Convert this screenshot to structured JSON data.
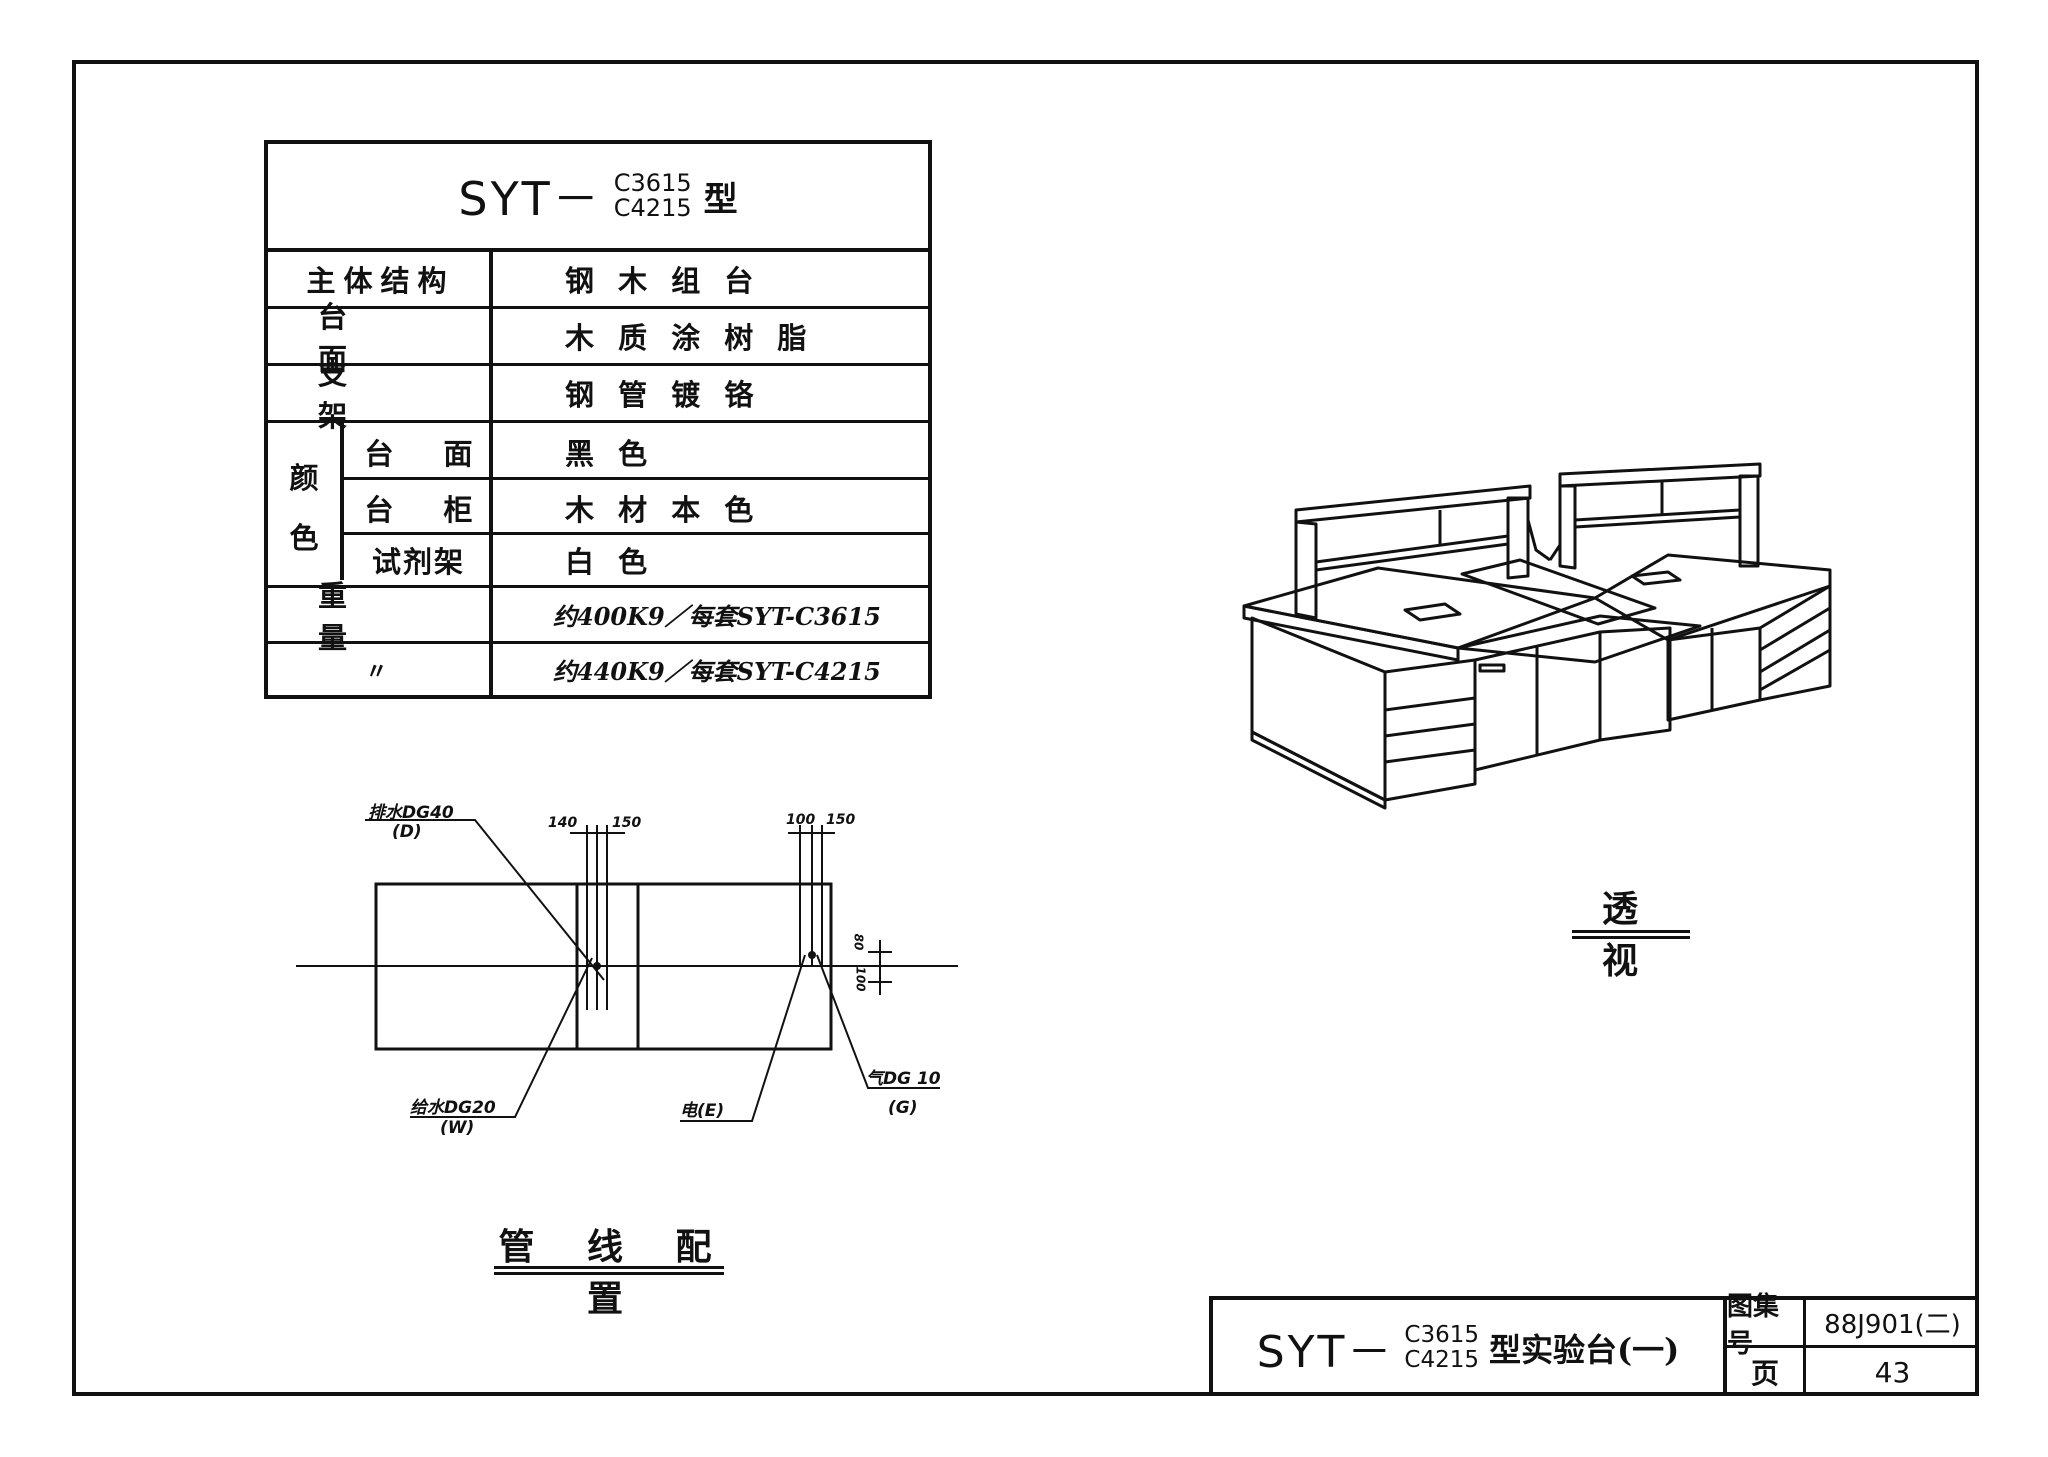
{
  "spec_table": {
    "title_main": "SYT－",
    "title_model_top": "C3615",
    "title_model_bottom": "C4215",
    "title_suffix": "型",
    "rows": [
      {
        "label": "主体结构",
        "value": "钢 木 组 台"
      },
      {
        "label": "台 面",
        "value": "木 质 涂 树 脂"
      },
      {
        "label": "支 架",
        "value": "钢 管 镀 铬"
      },
      {
        "label": "台 面",
        "value": "黑 色"
      },
      {
        "label": "台 柜",
        "value": "木 材 本 色"
      },
      {
        "label": "试剂架",
        "value": "白 色"
      },
      {
        "label": "重 量",
        "value": "约400K9／每套SYT-C3615"
      },
      {
        "label": "〃",
        "value": "约440K9／每套SYT-C4215"
      }
    ],
    "group_label_chars": [
      "颜",
      "色"
    ]
  },
  "pipeline": {
    "caption": "管 线 配 置",
    "drain_label": "排水DG40",
    "drain_code": "(D)",
    "water_label": "给水DG20",
    "water_code": "(W)",
    "electric_label": "电(E)",
    "gas_label": "气DG 10",
    "gas_code": "(G)",
    "dim_left_1": "140",
    "dim_left_2": "150",
    "dim_right_1": "100",
    "dim_right_2": "150",
    "dim_vert_1": "80",
    "dim_vert_2": "100"
  },
  "perspective": {
    "caption": "透 视"
  },
  "title_block": {
    "title_main": "SYT－",
    "model_top": "C3615",
    "model_bottom": "C4215",
    "title_suffix": "型实验台(一)",
    "atlas_label": "图集号",
    "atlas_value": "88J901(二)",
    "page_label": "页",
    "page_value": "43"
  }
}
